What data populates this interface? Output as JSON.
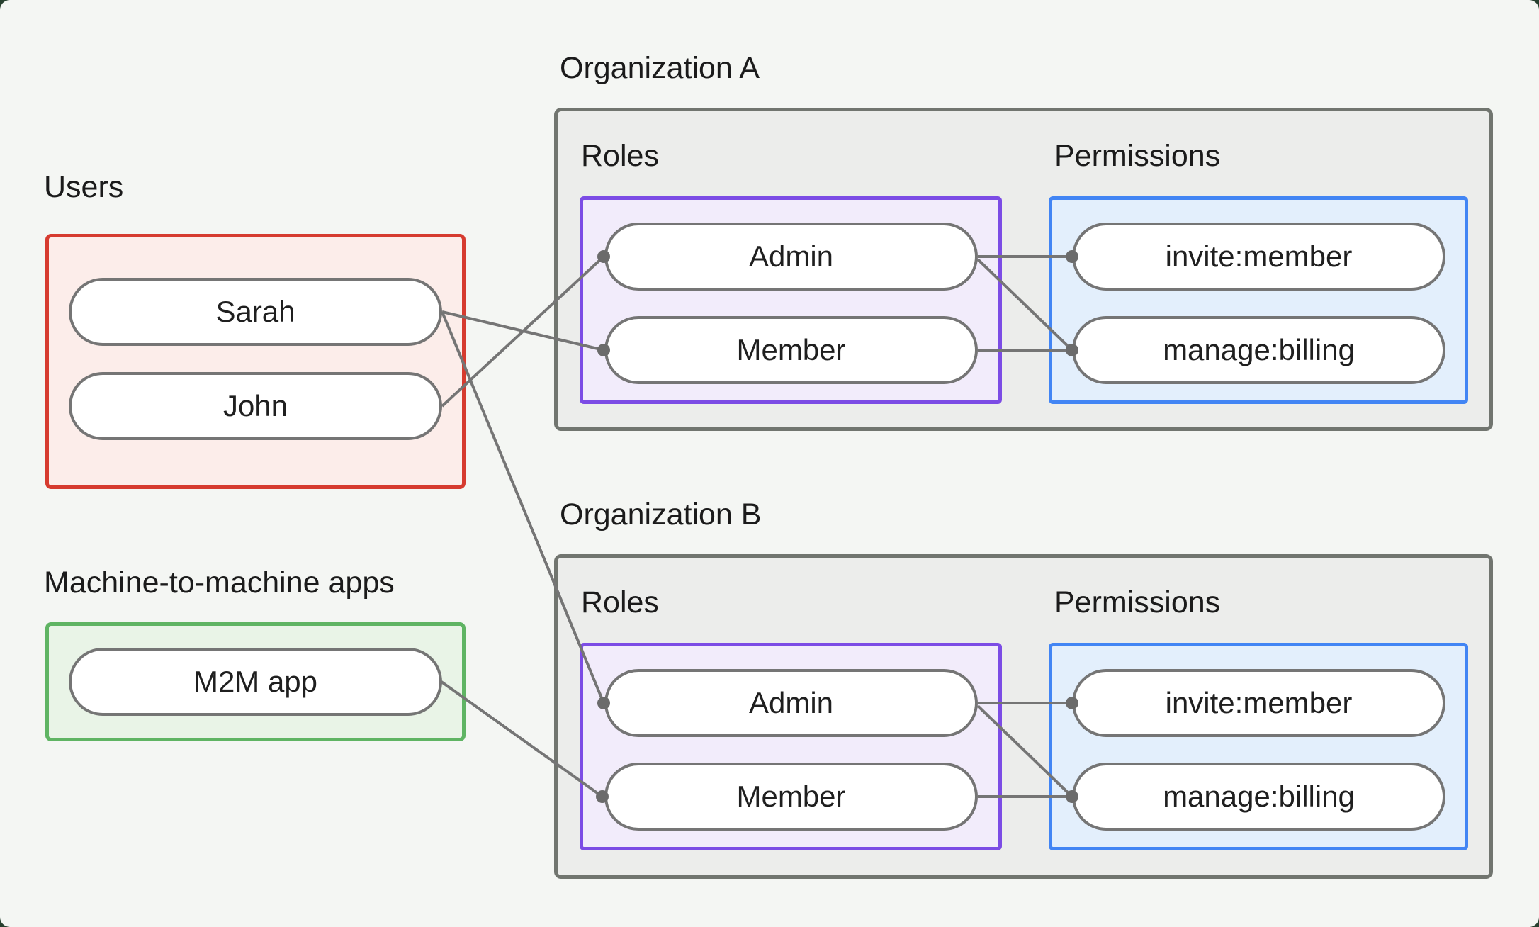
{
  "page": {
    "background_color": "#27402F",
    "canvas_color": "#F4F6F3"
  },
  "users_group": {
    "label": "Users",
    "border_color": "#D63B2F",
    "fill_color": "#FCEDEA",
    "items": [
      {
        "name": "Sarah"
      },
      {
        "name": "John"
      }
    ]
  },
  "m2m_group": {
    "label": "Machine-to-machine apps",
    "border_color": "#5FB463",
    "fill_color": "#E9F4E7",
    "items": [
      {
        "name": "M2M app"
      }
    ]
  },
  "organizations": [
    {
      "title": "Organization A",
      "roles_label": "Roles",
      "permissions_label": "Permissions",
      "roles": [
        {
          "name": "Admin"
        },
        {
          "name": "Member"
        }
      ],
      "permissions": [
        {
          "name": "invite:member"
        },
        {
          "name": "manage:billing"
        }
      ]
    },
    {
      "title": "Organization B",
      "roles_label": "Roles",
      "permissions_label": "Permissions",
      "roles": [
        {
          "name": "Admin"
        },
        {
          "name": "Member"
        }
      ],
      "permissions": [
        {
          "name": "invite:member"
        },
        {
          "name": "manage:billing"
        }
      ]
    }
  ],
  "connections": [
    {
      "from": "Sarah",
      "to": "Organization A / Member"
    },
    {
      "from": "John",
      "to": "Organization A / Admin"
    },
    {
      "from": "Sarah",
      "to": "Organization B / Admin"
    },
    {
      "from": "M2M app",
      "to": "Organization B / Member"
    },
    {
      "from": "Organization A / Admin",
      "to": "Organization A / invite:member"
    },
    {
      "from": "Organization A / Admin",
      "to": "Organization A / manage:billing"
    },
    {
      "from": "Organization A / Member",
      "to": "Organization A / manage:billing"
    },
    {
      "from": "Organization B / Admin",
      "to": "Organization B / invite:member"
    },
    {
      "from": "Organization B / Admin",
      "to": "Organization B / manage:billing"
    },
    {
      "from": "Organization B / Member",
      "to": "Organization B / manage:billing"
    }
  ],
  "colors": {
    "role_border": "#7C4CE5",
    "role_fill": "#F2ECFB",
    "permission_border": "#4285F4",
    "permission_fill": "#E3EFFC",
    "org_border": "#71756F",
    "org_fill": "#ECEDEB",
    "node_border": "#757575",
    "connector": "#757575",
    "text": "#1B1B1B"
  }
}
